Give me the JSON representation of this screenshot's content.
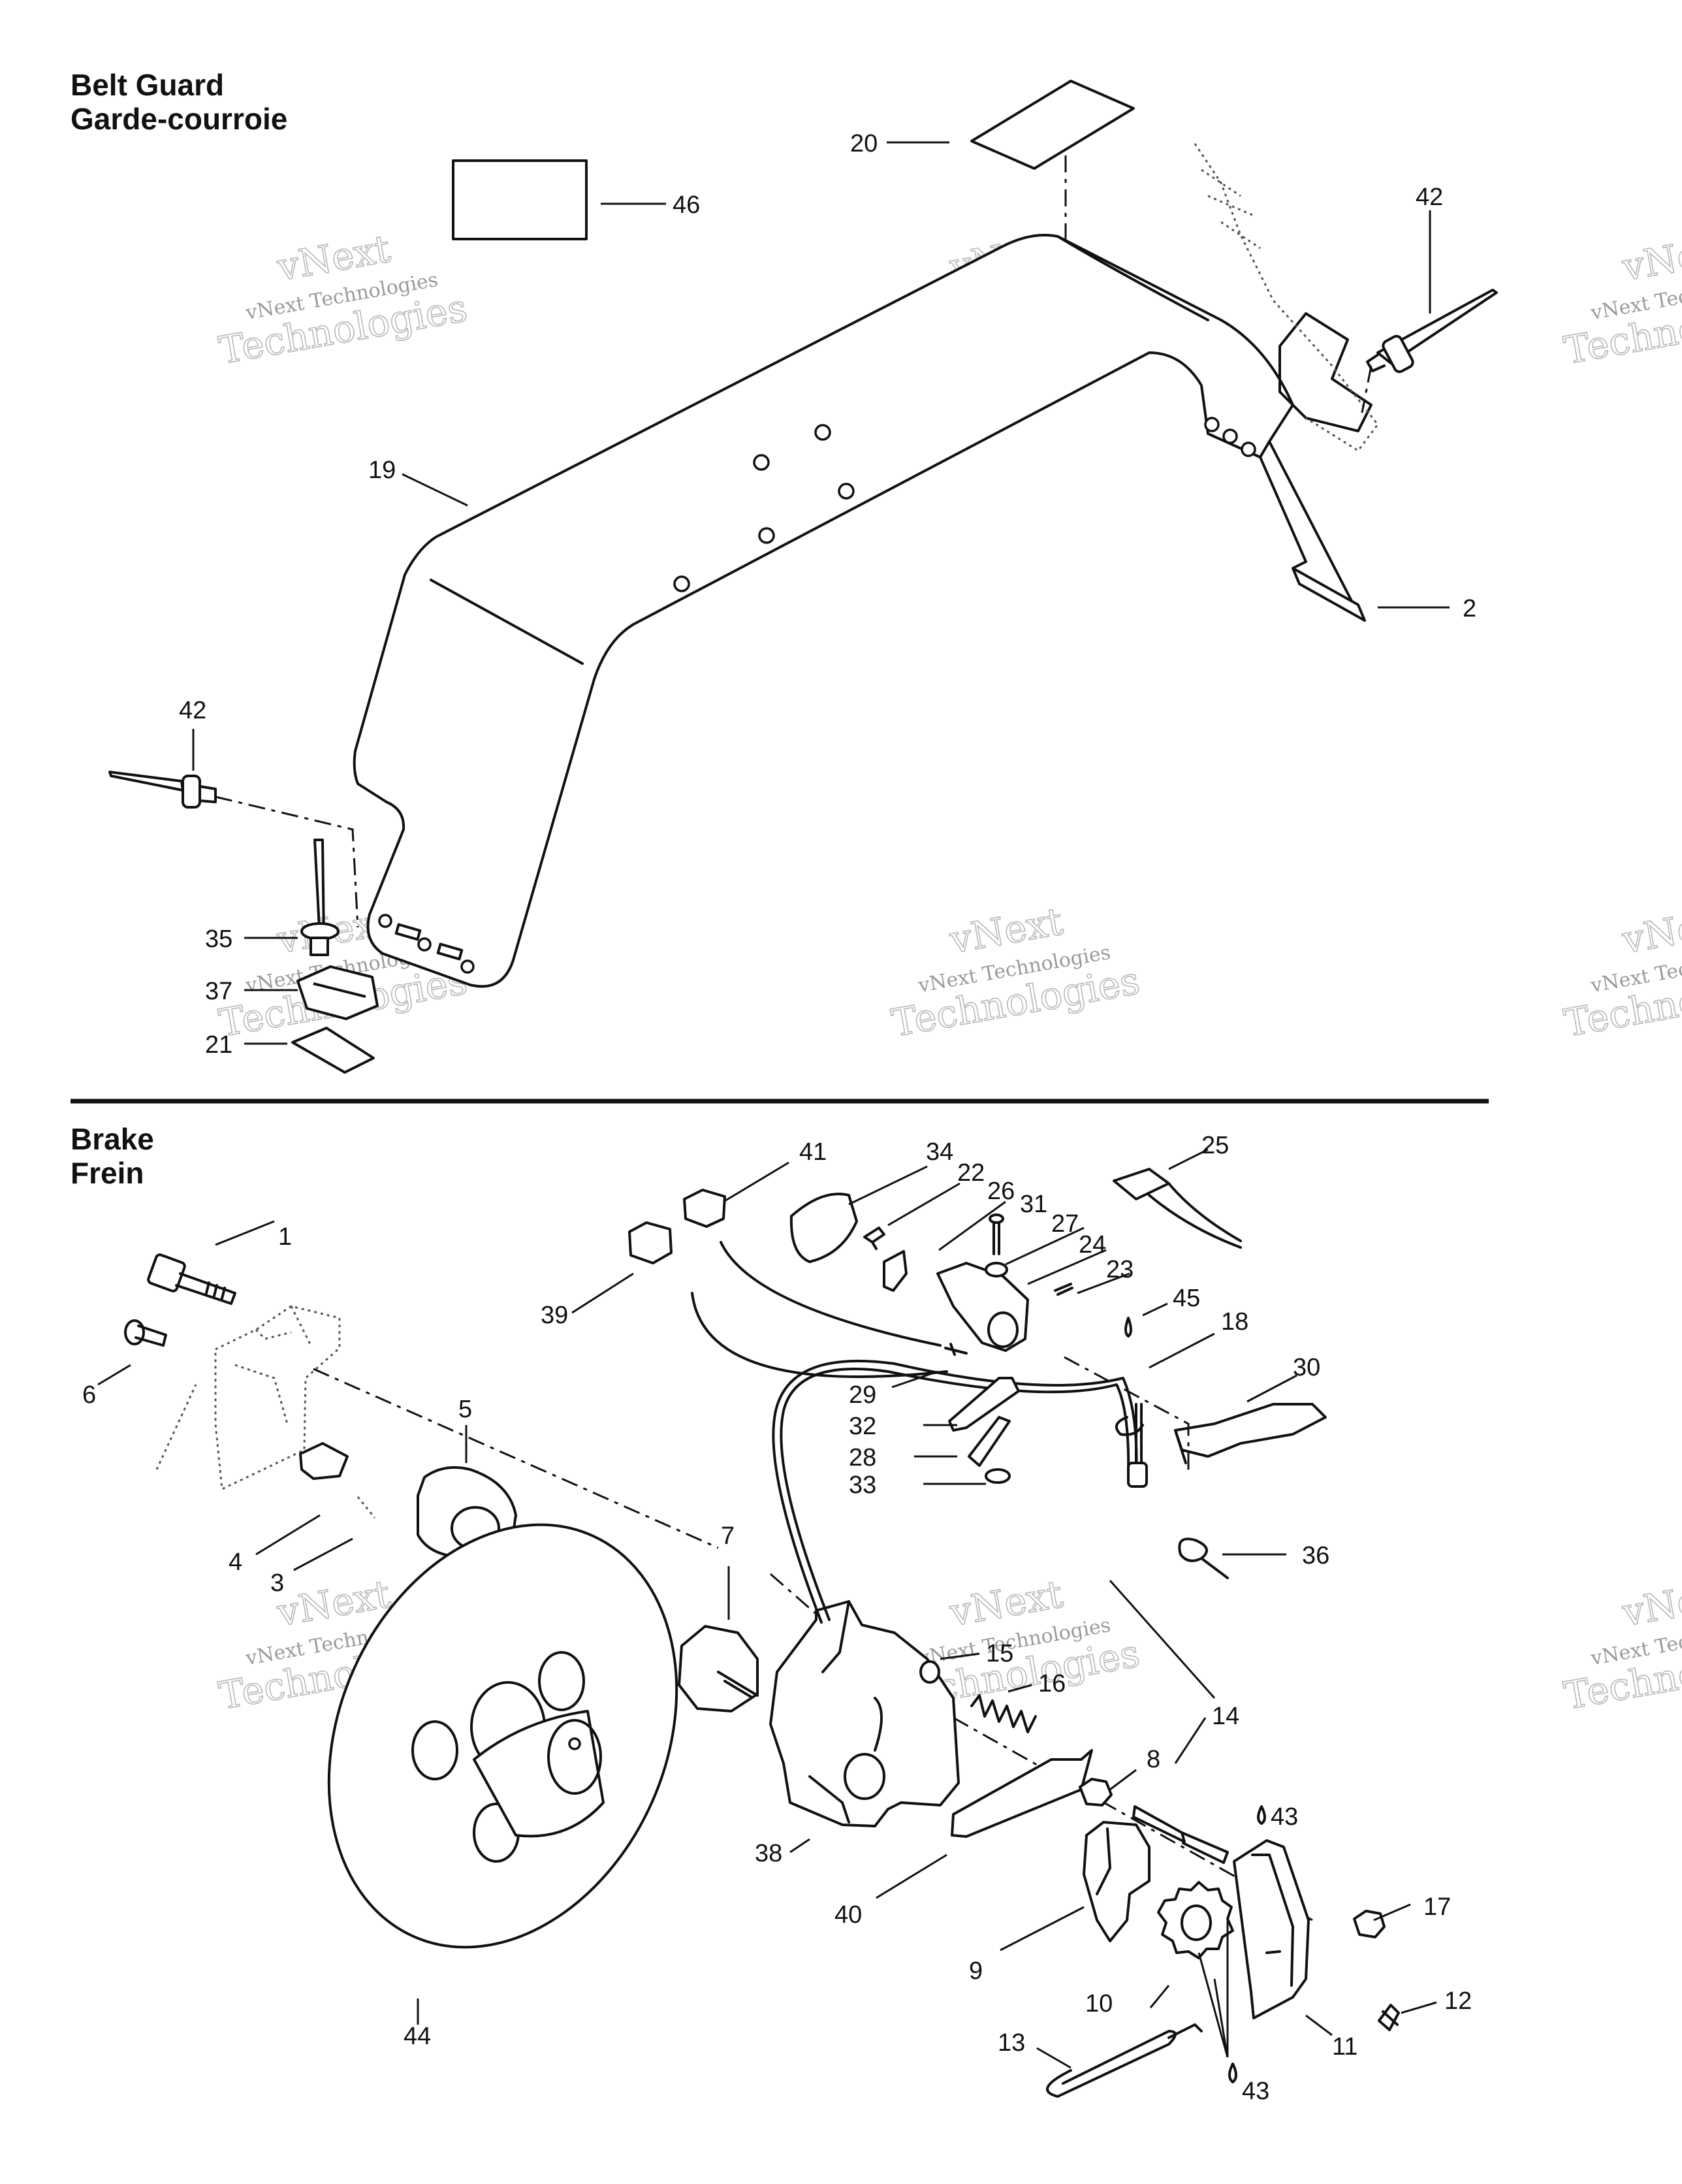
{
  "sections": {
    "belt_guard": {
      "title_en": "Belt Guard",
      "title_fr": "Garde-courroie"
    },
    "brake": {
      "title_en": "Brake",
      "title_fr": "Frein"
    }
  },
  "watermark": {
    "line1": "vNext",
    "line2": "vNext Technologies",
    "line3": "Technologies",
    "line3_cut": "Techno",
    "line2_cut": "vNext Tec",
    "line1_cut": "vNe"
  },
  "callouts": {
    "c46": "46",
    "c20": "20",
    "c42a": "42",
    "c19": "19",
    "c2": "2",
    "c42b": "42",
    "c35": "35",
    "c37": "37",
    "c21": "21",
    "c41": "41",
    "c34": "34",
    "c22": "22",
    "c26": "26",
    "c31": "31",
    "c27": "27",
    "c25": "25",
    "c24": "24",
    "c23": "23",
    "c45": "45",
    "c18": "18",
    "c30": "30",
    "c39": "39",
    "c29": "29",
    "c32": "32",
    "c28": "28",
    "c33": "33",
    "c36": "36",
    "c1": "1",
    "c6": "6",
    "c5": "5",
    "c4": "4",
    "c3": "3",
    "c7": "7",
    "c15": "15",
    "c16": "16",
    "c14": "14",
    "c8": "8",
    "c43a": "43",
    "c17": "17",
    "c38": "38",
    "c40": "40",
    "c9": "9",
    "c10": "10",
    "c11": "11",
    "c12": "12",
    "c13": "13",
    "c43b": "43",
    "c44": "44"
  }
}
